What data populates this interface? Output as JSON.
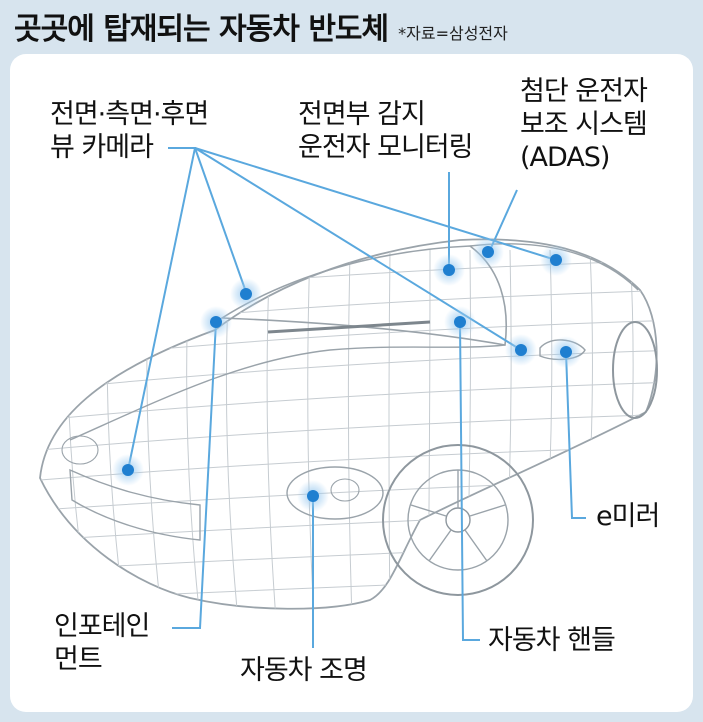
{
  "header": {
    "title": "곳곳에 탑재되는 자동차 반도체",
    "source": "*자료=삼성전자"
  },
  "labels": {
    "camera": "전면·측면·후면\n뷰 카메라",
    "driver_monitoring": "전면부 감지\n운전자 모니터링",
    "adas": "첨단 운전자\n보조 시스템\n(ADAS)",
    "emirror": "e미러",
    "infotainment": "인포테인\n먼트",
    "lighting": "자동차 조명",
    "steering": "자동차 핸들"
  },
  "colors": {
    "background": "#d7e4ee",
    "panel": "#ffffff",
    "leader_line": "#5aa8de",
    "dot": "#1f7fd0",
    "dot_glow": "#9ccbf0",
    "wireframe": "#b9c0c6"
  }
}
